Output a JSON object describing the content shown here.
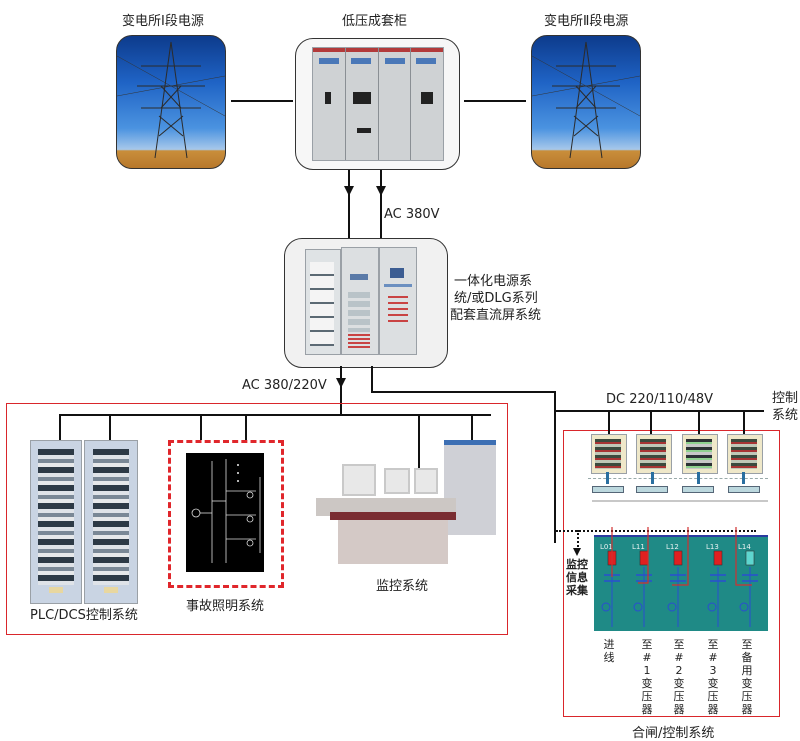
{
  "sources": {
    "left_label": "变电所Ⅰ段电源",
    "right_label": "变电所Ⅱ段电源"
  },
  "low_voltage_cabinet": {
    "label": "低压成套柜"
  },
  "links": {
    "ac380": "AC 380V",
    "ac380_220": "AC 380/220V",
    "dc": "DC 220/110/48V",
    "control_system": "控制系统",
    "monitor_collect": "监控信息采集"
  },
  "power_system": {
    "label_line1": "一体化电源系",
    "label_line2": "统/或DLG系列",
    "label_line3": "配套直流屏系统"
  },
  "load_group": {
    "plc_dcs": "PLC/DCS控制系统",
    "emergency_lighting": "事故照明系统",
    "monitoring": "监控系统"
  },
  "switchgear": {
    "caption": "合闸/控制系统",
    "screen_feeders": [
      "L01",
      "L11",
      "L12",
      "L13",
      "L14"
    ],
    "feeders": [
      {
        "label": "进线"
      },
      {
        "label": "至#1变压器"
      },
      {
        "label": "至#2变压器"
      },
      {
        "label": "至#3变压器"
      },
      {
        "label": "至备用变压器"
      }
    ]
  },
  "colors": {
    "wire": "#111111",
    "group_border": "#d9262b",
    "screen_bg": "#1f8a86",
    "breaker_active": "#e02020",
    "breaker_standby": "#5ed6cf"
  }
}
